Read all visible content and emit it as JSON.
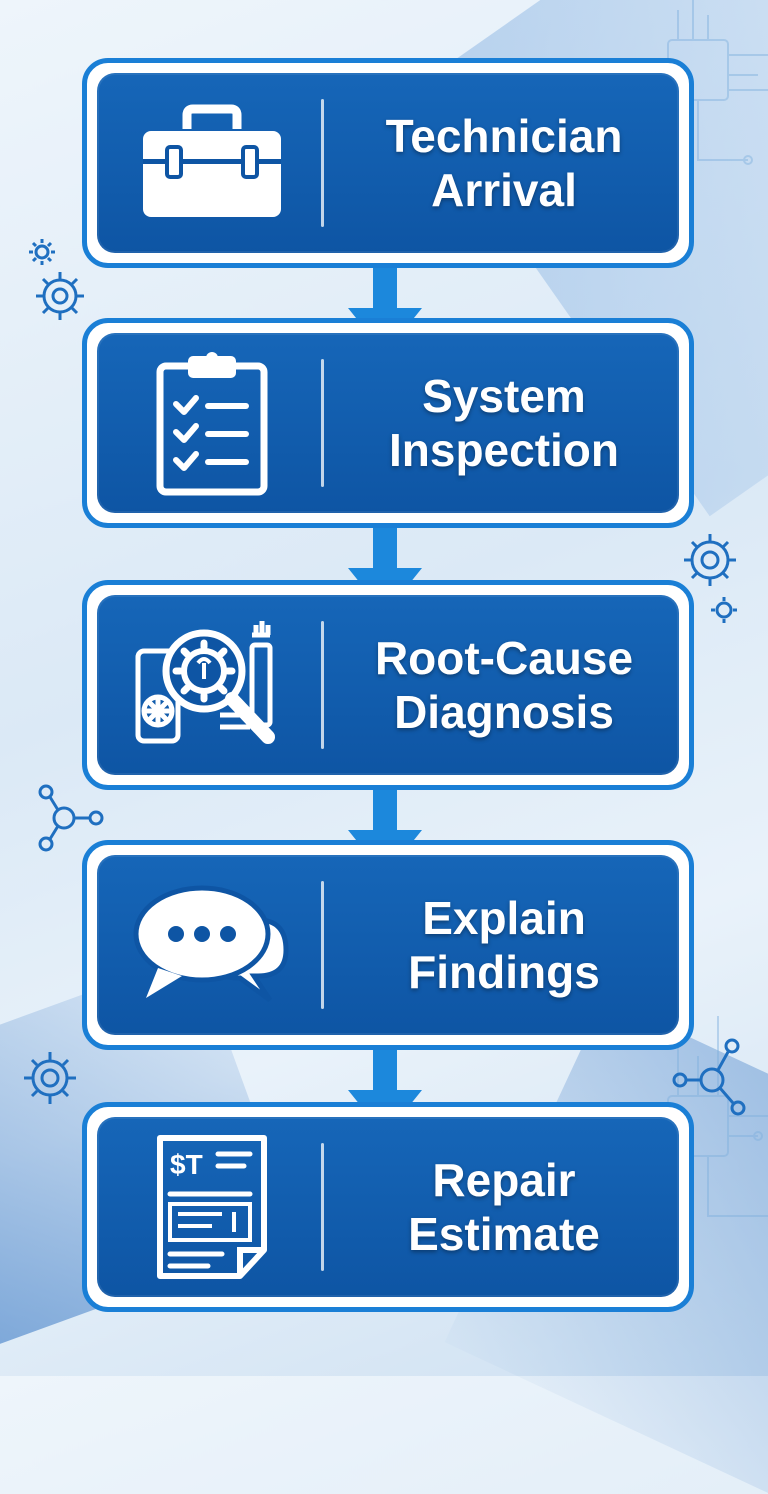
{
  "steps": [
    {
      "line1": "Technician",
      "line2": "Arrival",
      "icon": "toolbox-icon"
    },
    {
      "line1": "System",
      "line2": "Inspection",
      "icon": "clipboard-checklist-icon"
    },
    {
      "line1": "Root-Cause",
      "line2": "Diagnosis",
      "icon": "magnifier-gear-icon"
    },
    {
      "line1": "Explain",
      "line2": "Findings",
      "icon": "chat-bubbles-icon"
    },
    {
      "line1": "Repair",
      "line2": "Estimate",
      "icon": "invoice-document-icon"
    }
  ],
  "estimate_icon_text": "$T",
  "colors": {
    "box": "#0e55a4",
    "border": "#1a7fd6",
    "accent": "#1c88dc"
  }
}
